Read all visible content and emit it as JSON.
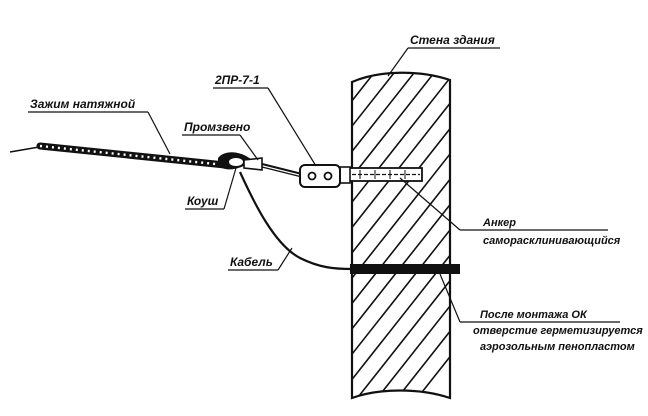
{
  "labels": {
    "wall": "Стена здания",
    "connector": "2ПР-7-1",
    "tension_clamp": "Зажим натяжной",
    "link": "Промзвено",
    "thimble": "Коуш",
    "cable": "Кабель",
    "anchor_line1": "Анкер",
    "anchor_line2": "саморасклинивающийся",
    "note_line1": "После монтажа ОК",
    "note_line2": "отверстие герметизируется",
    "note_line3": "аэрозольным пенопластом"
  },
  "colors": {
    "ink": "#111111",
    "background": "#ffffff"
  }
}
